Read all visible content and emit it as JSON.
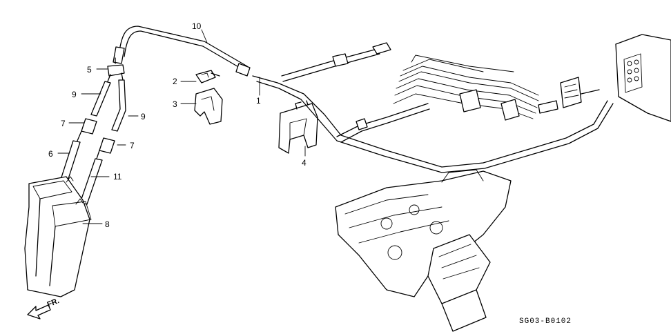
{
  "callouts": {
    "c1": "1",
    "c2": "2",
    "c3": "3",
    "c4": "4",
    "c5": "5",
    "c6": "6",
    "c7a": "7",
    "c7b": "7",
    "c8": "8",
    "c9a": "9",
    "c9b": "9",
    "c10": "10",
    "c11": "11"
  },
  "direction_label": "FR.",
  "diagram_code": "SG03-B0102"
}
